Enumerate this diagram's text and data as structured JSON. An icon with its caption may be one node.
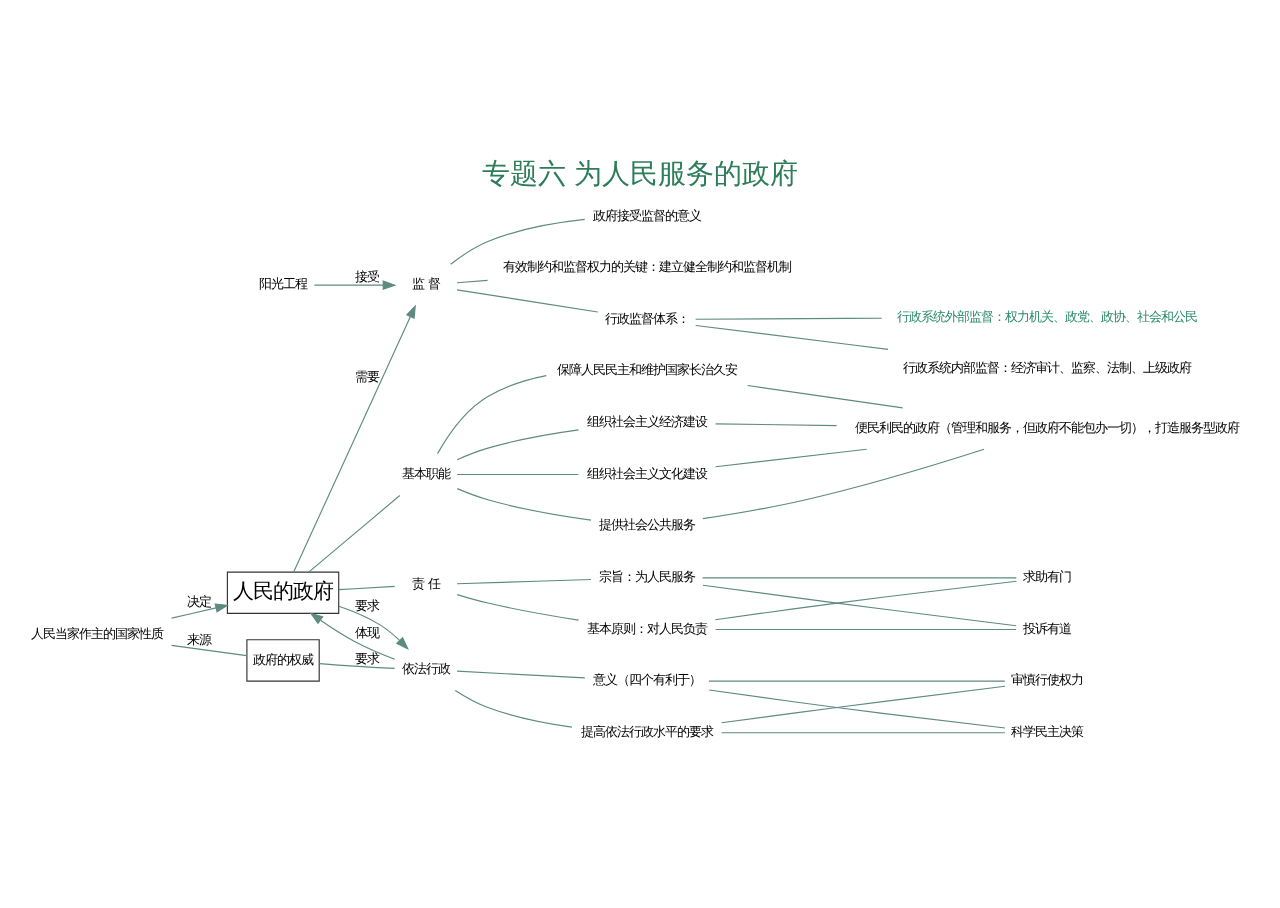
{
  "diagram": {
    "title": "专题六 为人民服务的政府",
    "nodes": [
      {
        "text": [
          "阳光工程"
        ]
      },
      {
        "text": [
          "监 督"
        ]
      },
      {
        "text": [
          "有效制约和监督权力的关键：建立健全制约和监督机制"
        ]
      },
      {
        "text": [
          "行政监督体系："
        ]
      },
      {
        "text": [
          "行政系统外部监督：权力机关、政党、政协、社会和公民"
        ]
      },
      {
        "text": [
          "行政系统内部监督：经济审计、监察、法制、上级政府"
        ]
      },
      {
        "text": [
          "政府接受监督的意义"
        ]
      },
      {
        "text": [
          "人民的政府"
        ]
      },
      {
        "text": [
          "人民当家作主的国家性质"
        ]
      },
      {
        "text": [
          "基本职能"
        ]
      },
      {
        "text": [
          "保障人民民主和维护国家长治久安"
        ]
      },
      {
        "text": [
          "组织社会主义经济建设"
        ]
      },
      {
        "text": [
          "组织社会主义文化建设"
        ]
      },
      {
        "text": [
          "提供社会公共服务"
        ]
      },
      {
        "text": [
          "便民利民的政府（管理和服务，但政府不能包办一切），打造服务型政府"
        ]
      },
      {
        "text": [
          "责 任"
        ]
      },
      {
        "text": [
          "宗旨：为人民服务"
        ]
      },
      {
        "text": [
          "基本原则：对人民负责"
        ]
      },
      {
        "text": [
          "求助有门"
        ]
      },
      {
        "text": [
          "投诉有道"
        ]
      },
      {
        "text": [
          "政府的权威"
        ]
      },
      {
        "text": [
          "依法行政"
        ]
      },
      {
        "text": [
          "意义（四个有利于）"
        ]
      },
      {
        "text": [
          "提高依法行政水平的要求"
        ]
      },
      {
        "text": [
          "审慎行使权力"
        ]
      },
      {
        "text": [
          "科学民主决策"
        ]
      }
    ],
    "edges": [
      {
        "from": 0,
        "to": 1,
        "arrow": "to",
        "label": "接受"
      },
      {
        "from": 1,
        "to": 2,
        "arrow": "none"
      },
      {
        "from": 1,
        "to": 3,
        "arrow": "none"
      },
      {
        "from": 1,
        "to": 6,
        "arrow": "none"
      },
      {
        "from": 3,
        "to": 4,
        "arrow": "none"
      },
      {
        "from": 3,
        "to": 5,
        "arrow": "none"
      },
      {
        "from": 7,
        "to": 1,
        "arrow": "to",
        "label": "需要"
      },
      {
        "from": 8,
        "to": 7,
        "arrow": "to",
        "label": "决定"
      },
      {
        "from": 7,
        "to": 9,
        "arrow": "none"
      },
      {
        "from": 9,
        "to": 10,
        "arrow": "none"
      },
      {
        "from": 9,
        "to": 11,
        "arrow": "none"
      },
      {
        "from": 9,
        "to": 12,
        "arrow": "none"
      },
      {
        "from": 9,
        "to": 13,
        "arrow": "none"
      },
      {
        "from": 10,
        "to": 14,
        "arrow": "none"
      },
      {
        "from": 11,
        "to": 14,
        "arrow": "none"
      },
      {
        "from": 12,
        "to": 14,
        "arrow": "none"
      },
      {
        "from": 13,
        "to": 14,
        "arrow": "none"
      },
      {
        "from": 7,
        "to": 15,
        "arrow": "none"
      },
      {
        "from": 15,
        "to": 16,
        "arrow": "none"
      },
      {
        "from": 15,
        "to": 17,
        "arrow": "none"
      },
      {
        "from": 16,
        "to": 18,
        "arrow": "none"
      },
      {
        "from": 16,
        "to": 19,
        "arrow": "none"
      },
      {
        "from": 17,
        "to": 18,
        "arrow": "none"
      },
      {
        "from": 17,
        "to": 19,
        "arrow": "none"
      },
      {
        "from": 8,
        "to": 20,
        "arrow": "none",
        "label": "来源"
      },
      {
        "from": 20,
        "to": 21,
        "arrow": "none",
        "label": "要求"
      },
      {
        "from": 7,
        "to": 21,
        "arrow": "to",
        "label": "要求"
      },
      {
        "from": 21,
        "to": 7,
        "arrow": "to",
        "label": "体现"
      },
      {
        "from": 21,
        "to": 22,
        "arrow": "none"
      },
      {
        "from": 21,
        "to": 23,
        "arrow": "none"
      },
      {
        "from": 22,
        "to": 24,
        "arrow": "none"
      },
      {
        "from": 22,
        "to": 25,
        "arrow": "none"
      },
      {
        "from": 23,
        "to": 24,
        "arrow": "none"
      },
      {
        "from": 23,
        "to": 25,
        "arrow": "none"
      }
    ]
  }
}
